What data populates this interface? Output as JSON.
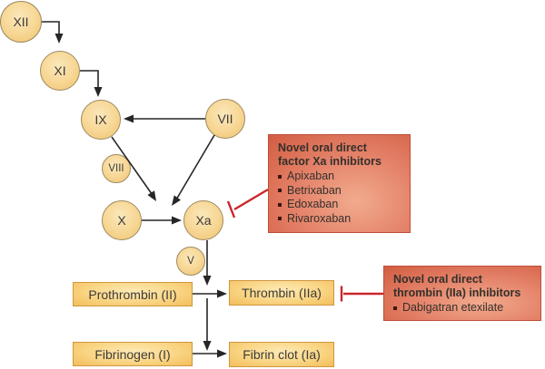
{
  "colors": {
    "background": "#ffffff",
    "arrow": "#262626",
    "inhibitor_red": "#c9272b",
    "factor_border": "#9d8a62",
    "factor_center": "#fae8bc",
    "factor_mid": "#f7d795",
    "factor_edge": "#eec26f",
    "process_border": "#d0973f",
    "process_center": "#fde9b4",
    "process_mid": "#f9d584",
    "process_edge": "#f3bd5a",
    "callout_border": "#bf4e38",
    "callout_center": "#f2ab8e",
    "callout_mid": "#e4836a",
    "callout_edge": "#d25c41",
    "callout_text": "#34302c",
    "label_text": "#3e3a36",
    "bullet": "#40150e"
  },
  "factors": {
    "xii": {
      "label": "XII"
    },
    "xi": {
      "label": "XI"
    },
    "ix": {
      "label": "IX"
    },
    "vii": {
      "label": "VII"
    },
    "viii": {
      "label": "VIII"
    },
    "x": {
      "label": "X"
    },
    "xa": {
      "label": "Xa"
    },
    "v": {
      "label": "V"
    }
  },
  "process_boxes": {
    "prothrombin": {
      "label": "Prothrombin (II)"
    },
    "thrombin": {
      "label": "Thrombin (IIa)"
    },
    "fibrinogen": {
      "label": "Fibrinogen (I)"
    },
    "fibrin_clot": {
      "label": "Fibrin clot (Ia)"
    }
  },
  "callouts": {
    "factor_xa_inhibitors": {
      "title_line1": "Novel oral direct",
      "title_line2": "factor Xa inhibitors",
      "items": [
        "Apixaban",
        "Betrixaban",
        "Edoxaban",
        "Rivaroxaban"
      ]
    },
    "thrombin_inhibitors": {
      "title_line1": "Novel oral direct",
      "title_line2": "thrombin (IIa) inhibitors",
      "items": [
        "Dabigatran etexilate"
      ]
    }
  }
}
